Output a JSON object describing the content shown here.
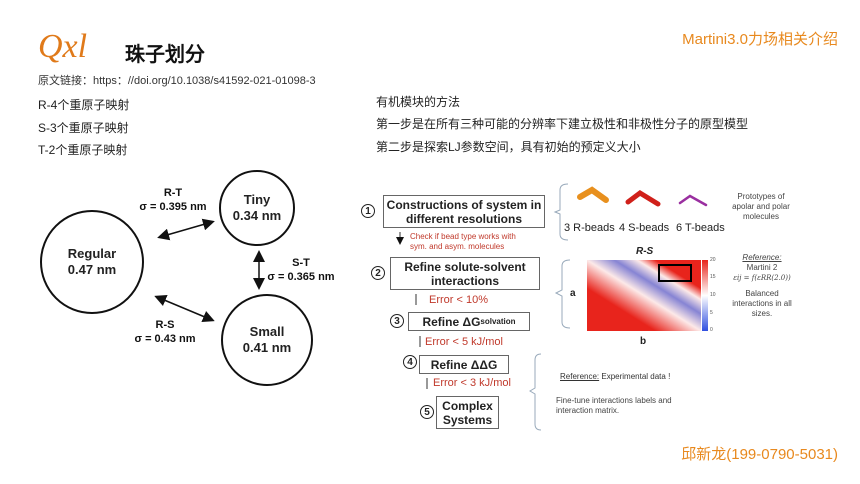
{
  "header": {
    "logo": "Qxl",
    "title": "珠子划分",
    "right_title": "Martini3.0力场相关介绍",
    "source_link": "原文链接：https：//doi.org/10.1038/s41592-021-01098-3"
  },
  "left_list": [
    "R-4个重原子映射",
    "S-3个重原子映射",
    "T-2个重原子映射"
  ],
  "beads": {
    "regular": {
      "name": "Regular",
      "size": "0.47 nm"
    },
    "tiny": {
      "name": "Tiny",
      "size": "0.34 nm"
    },
    "small": {
      "name": "Small",
      "size": "0.41 nm"
    },
    "rt": {
      "label": "R-T",
      "sigma": "σ = 0.395 nm"
    },
    "st": {
      "label": "S-T",
      "sigma": "σ = 0.365 nm"
    },
    "rs": {
      "label": "R-S",
      "sigma": "σ = 0.43 nm"
    }
  },
  "middle_text": [
    "有机模块的方法",
    "第一步是在所有三种可能的分辨率下建立极性和非极性分子的原型模型",
    "第二步是探索LJ参数空间，具有初始的预定义大小"
  ],
  "flow": {
    "steps": [
      {
        "num": "1",
        "label": "Constructions of system in different resolutions"
      },
      {
        "num": "2",
        "label": "Refine solute-solvent interactions"
      },
      {
        "num": "3",
        "label": "Refine ΔG",
        "sub": "solvation"
      },
      {
        "num": "4",
        "label": "Refine ΔΔG"
      },
      {
        "num": "5",
        "label": "Complex Systems"
      }
    ],
    "check": "Check if bead type works with sym. and asym. molecules",
    "errors": [
      "Error < 10%",
      "Error < 5 kJ/mol",
      "Error < 3 kJ/mol"
    ],
    "bead_labels": [
      "3 R-beads",
      "4 S-beads",
      "6 T-beads"
    ],
    "prototypes": "Prototypes of apolar and polar molecules",
    "heatmap": {
      "title": "R-S",
      "xlabel": "b",
      "ylabel": "a",
      "colorbar_ticks": [
        "20",
        "15",
        "10",
        "5",
        "0"
      ]
    },
    "reference1": {
      "title": "Reference:",
      "line1": "Martini 2",
      "formula": "εij = f(εRR(2.0))",
      "note": "Balanced interactions in all sizes."
    },
    "reference2": {
      "title": "Reference:",
      "text": " Experimental data !",
      "note": "Fine-tune interactions labels and interaction matrix."
    }
  },
  "footer": {
    "contact": "邱新龙(199-0790-5031)"
  },
  "colors": {
    "accent": "#e8891e",
    "error": "#c0392b"
  }
}
